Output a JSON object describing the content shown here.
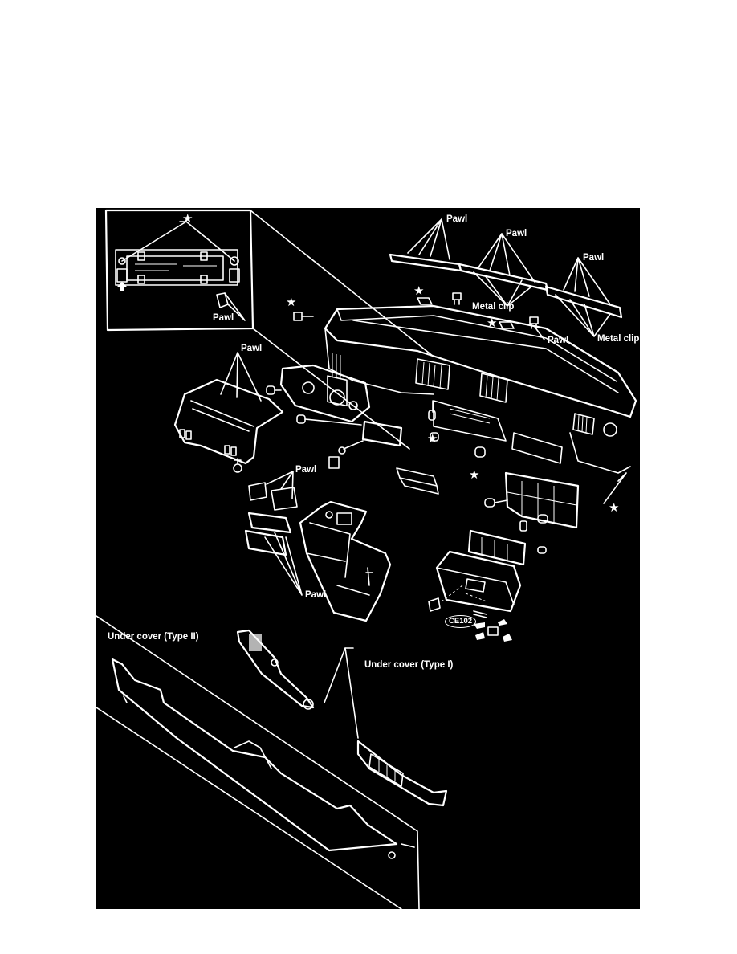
{
  "diagram": {
    "type": "exploded-view",
    "subject": "instrument panel / dashboard assembly",
    "colors": {
      "background": "#000000",
      "lines": "#ffffff",
      "page": "#ffffff"
    },
    "labels": {
      "inset_pawl": "Pawl",
      "top_pawl_1": "Pawl",
      "top_pawl_2": "Pawl",
      "top_pawl_3": "Pawl",
      "metal_clip_1": "Metal clip",
      "metal_clip_2": "Metal clip",
      "pawl_near_clip": "Pawl",
      "cluster_lid_pawl": "Pawl",
      "vent_pawl": "Pawl",
      "console_pawl": "Pawl",
      "under_cover_type_2": "Under cover (Type II)",
      "under_cover_type_1": "Under cover (Type I)",
      "figure_code": "CE102"
    },
    "markers": {
      "star_symbol": "★"
    }
  }
}
